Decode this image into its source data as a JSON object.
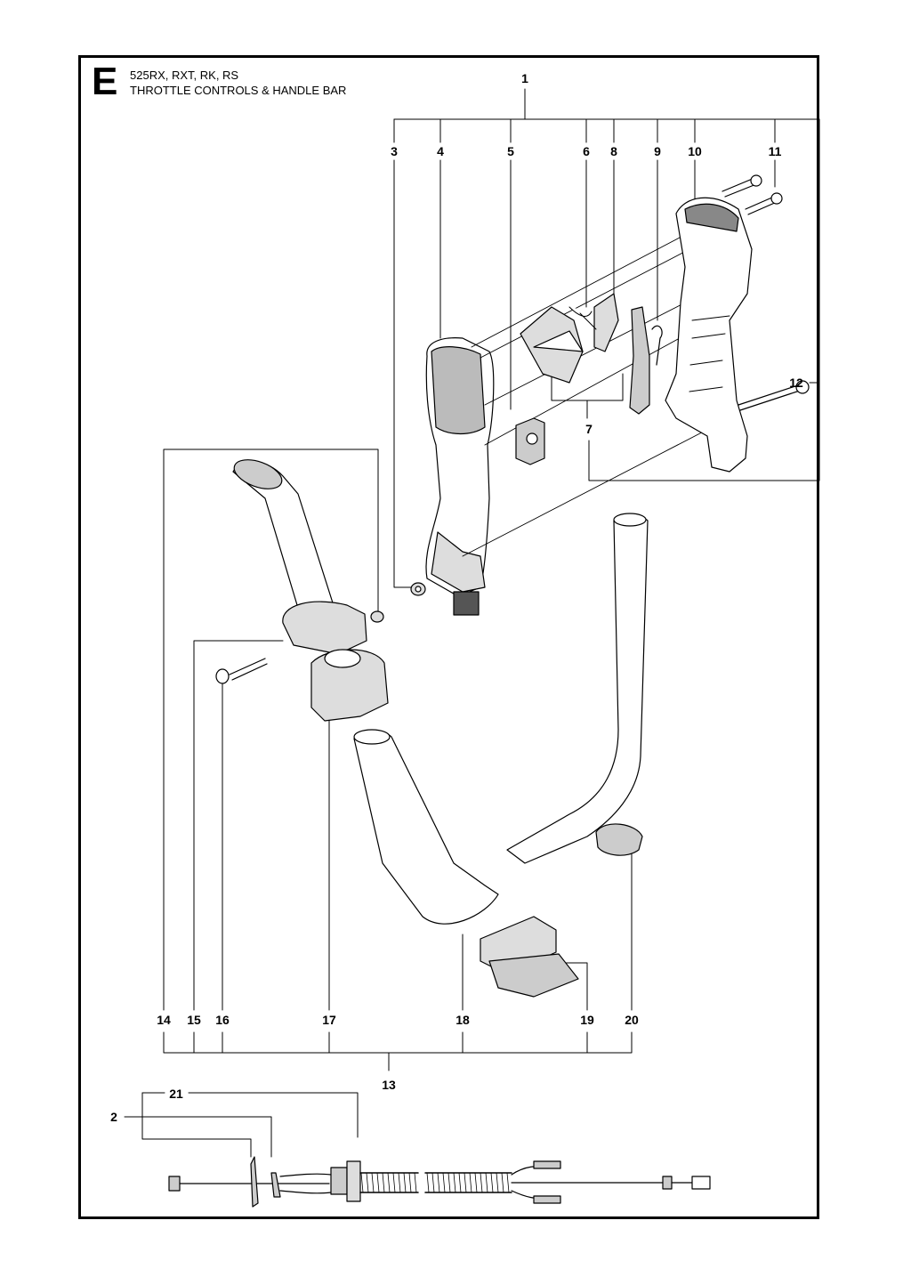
{
  "section_letter": "E",
  "title_line1": "525RX, RXT, RK, RS",
  "title_line2": "THROTTLE CONTROLS & HANDLE BAR",
  "callouts": {
    "c1": "1",
    "c2": "2",
    "c3": "3",
    "c4": "4",
    "c5": "5",
    "c6": "6",
    "c7": "7",
    "c8": "8",
    "c9": "9",
    "c10": "10",
    "c11": "11",
    "c12": "12",
    "c13": "13",
    "c14": "14",
    "c15": "15",
    "c16": "16",
    "c17": "17",
    "c18": "18",
    "c19": "19",
    "c20": "20",
    "c21": "21"
  }
}
